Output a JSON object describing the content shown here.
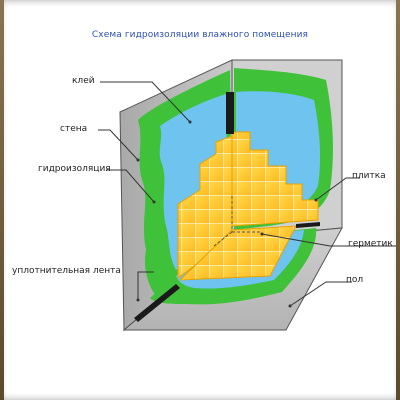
{
  "title": "Схема гидроизоляции влажного помещения",
  "labels": {
    "glue": "клей",
    "wall": "стена",
    "waterproofing": "гидроизоляция",
    "sealing_tape": "уплотнительная лента",
    "tile": "плитка",
    "sealant": "герметик",
    "floor": "пол"
  },
  "colors": {
    "title": "#2c4fb8",
    "wall_gray": "#b7b7b7",
    "wall_dark": "#9a9a9a",
    "glue_green": "#3fc23a",
    "waterproof_blue": "#6ec3ef",
    "tile_yellow": "#ffcc2a",
    "tape_black": "#1a1a1a"
  }
}
